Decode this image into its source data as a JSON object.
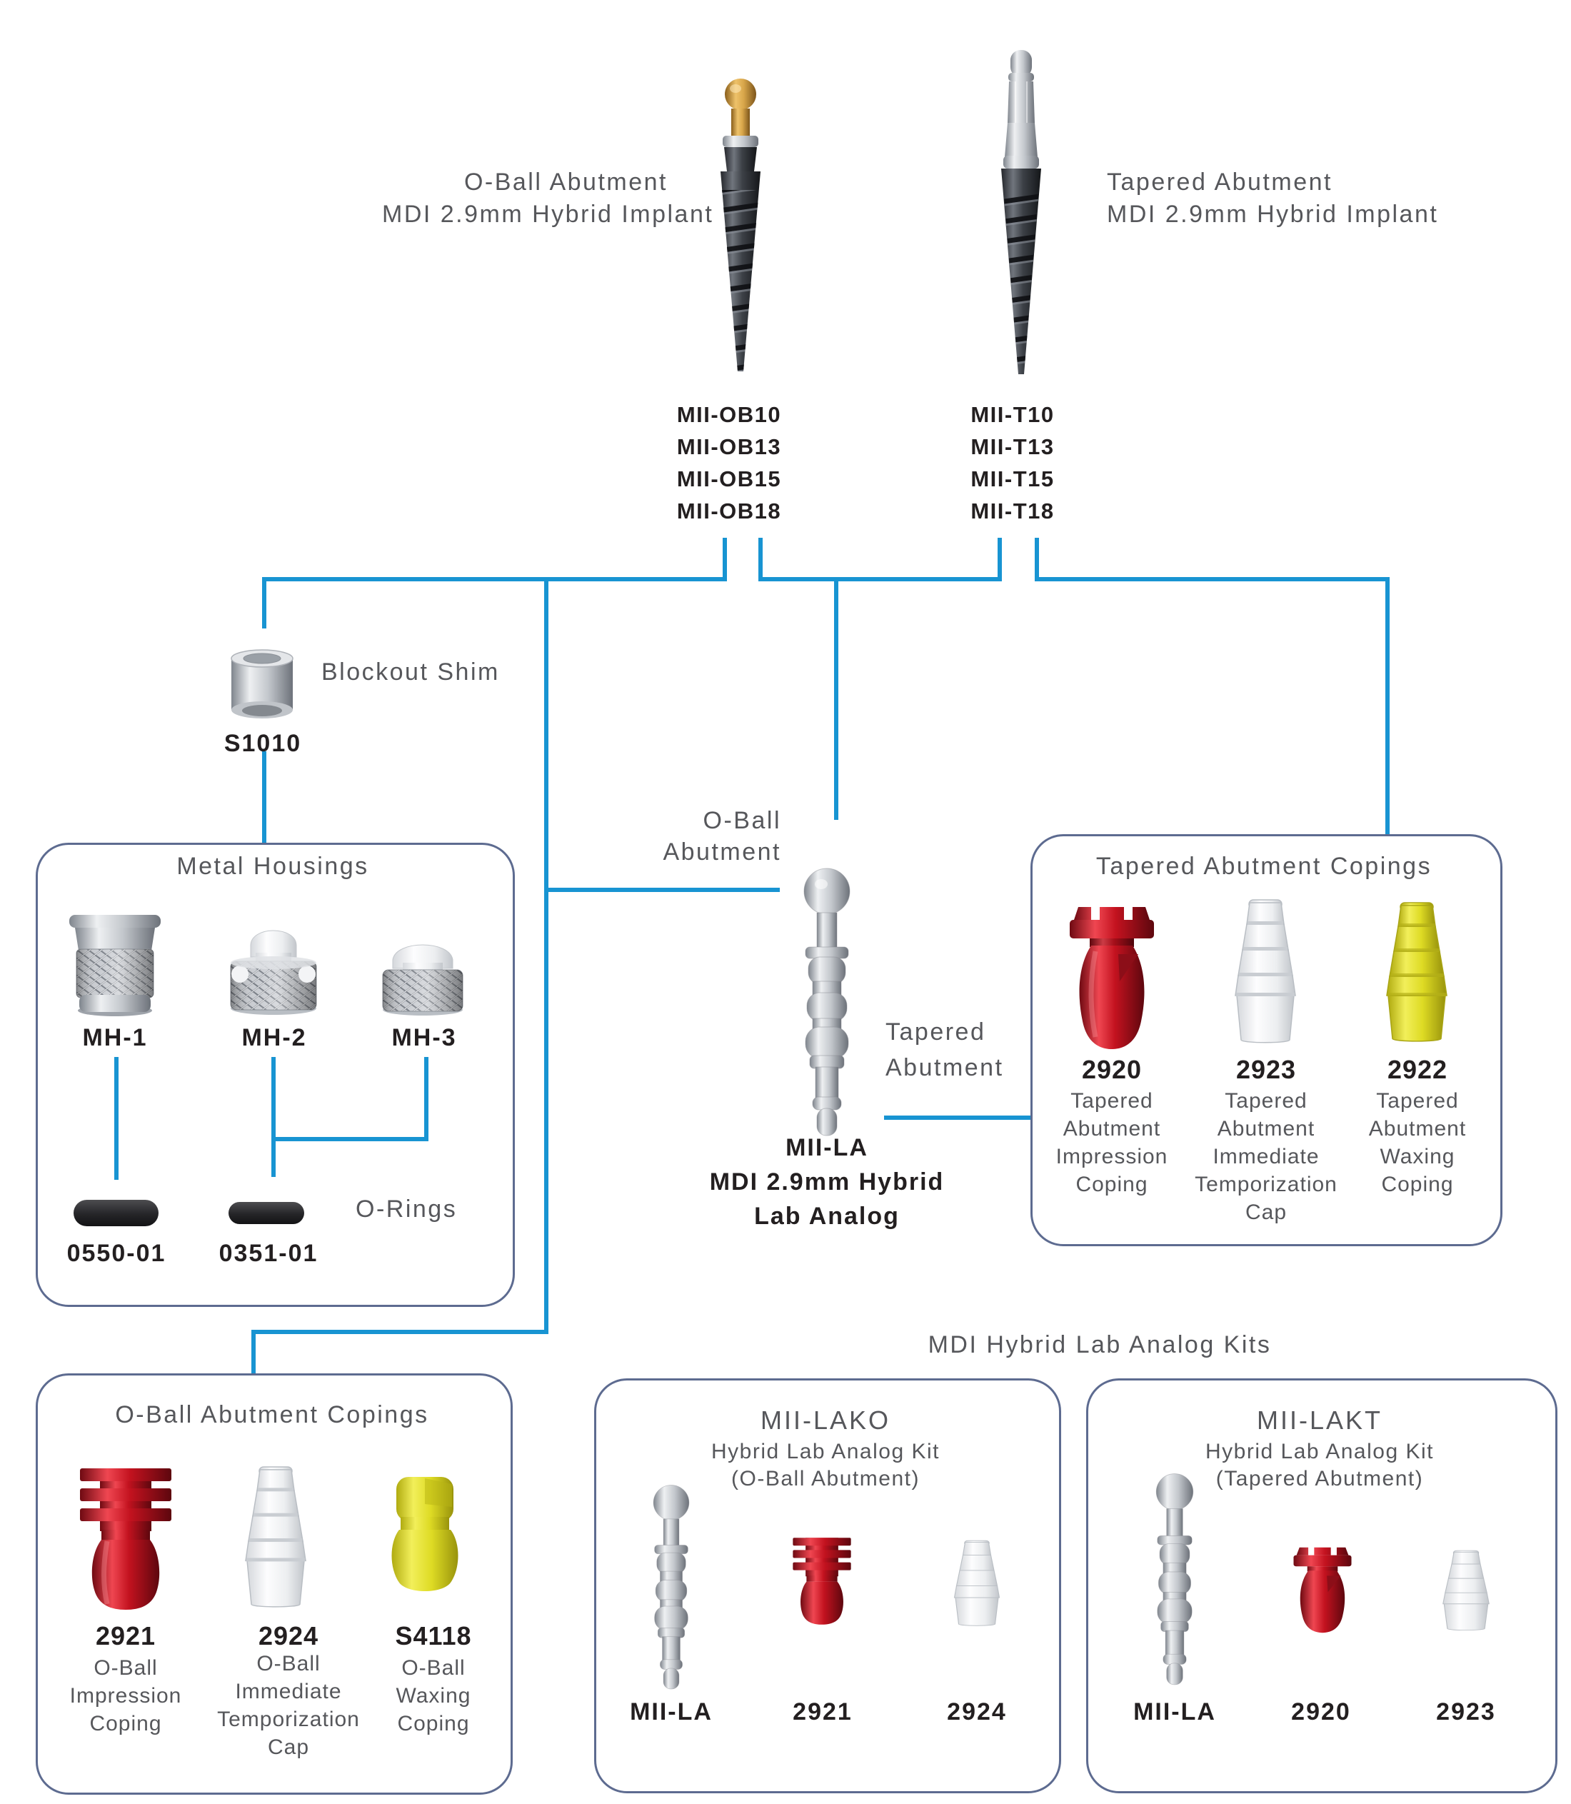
{
  "colors": {
    "connector_blue": "#1894d2",
    "box_border": "#5d6b90",
    "label_gray": "#56575b",
    "text_dark": "#231f20",
    "coping_red": "#c3121f",
    "coping_yellow": "#dedb24",
    "coping_clear": "#eceef0",
    "implant_gold": "#d8a64a"
  },
  "top": {
    "oball": {
      "label1": "O-Ball Abutment",
      "label2": "MDI 2.9mm Hybrid Implant",
      "parts": [
        "MII-OB10",
        "MII-OB13",
        "MII-OB15",
        "MII-OB18"
      ]
    },
    "tapered": {
      "label1": "Tapered Abutment",
      "label2": "MDI 2.9mm Hybrid Implant",
      "parts": [
        "MII-T10",
        "MII-T13",
        "MII-T15",
        "MII-T18"
      ]
    }
  },
  "shim": {
    "label": "Blockout Shim",
    "part": "S1010"
  },
  "metal_housings": {
    "title": "Metal Housings",
    "parts": [
      "MH-1",
      "MH-2",
      "MH-3"
    ],
    "orings_label": "O-Rings",
    "oring_parts": [
      "0550-01",
      "0351-01"
    ]
  },
  "analog": {
    "oball_pointer": [
      "O-Ball",
      "Abutment"
    ],
    "tapered_pointer": [
      "Tapered",
      "Abutment"
    ],
    "part": "MII-LA",
    "desc": [
      "MDI 2.9mm Hybrid",
      "Lab Analog"
    ]
  },
  "tapered_copings": {
    "title": "Tapered Abutment Copings",
    "items": [
      {
        "part": "2920",
        "color": "red",
        "desc": [
          "Tapered",
          "Abutment",
          "Impression",
          "Coping"
        ]
      },
      {
        "part": "2923",
        "color": "clear",
        "desc": [
          "Tapered",
          "Abutment",
          "Immediate",
          "Temporization",
          "Cap"
        ]
      },
      {
        "part": "2922",
        "color": "yellow",
        "desc": [
          "Tapered",
          "Abutment",
          "Waxing",
          "Coping"
        ]
      }
    ]
  },
  "oball_copings": {
    "title": "O-Ball Abutment Copings",
    "items": [
      {
        "part": "2921",
        "color": "red",
        "desc": [
          "O-Ball",
          "Impression",
          "Coping"
        ]
      },
      {
        "part": "2924",
        "color": "clear",
        "desc": [
          "O-Ball",
          "Immediate",
          "Temporization",
          "Cap"
        ]
      },
      {
        "part": "S4118",
        "color": "yellow",
        "desc": [
          "O-Ball",
          "Waxing",
          "Coping"
        ]
      }
    ]
  },
  "kits": {
    "heading": "MDI Hybrid Lab Analog Kits",
    "boxes": [
      {
        "name": "MII-LAKO",
        "subtitle": "Hybrid Lab Analog Kit",
        "variant": "(O-Ball Abutment)",
        "items": [
          "MII-LA",
          "2921",
          "2924"
        ]
      },
      {
        "name": "MII-LAKT",
        "subtitle": "Hybrid Lab Analog Kit",
        "variant": "(Tapered Abutment)",
        "items": [
          "MII-LA",
          "2920",
          "2923"
        ]
      }
    ]
  }
}
